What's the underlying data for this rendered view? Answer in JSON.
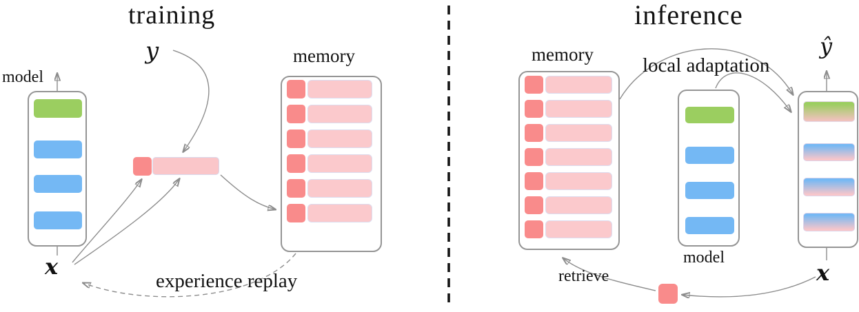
{
  "colors": {
    "layer_green": "#9bce60",
    "layer_blue": "#74b8f4",
    "key_red": "#f98b8b",
    "value_pink": "#fac6c9",
    "memory_pink": "#fbc9cc",
    "box_border": "#949494",
    "arrow_gray": "#8c8c8c",
    "divider_black": "#141414"
  },
  "training": {
    "title": "training",
    "model_label": "model",
    "output_label": "y",
    "input_label": "x",
    "memory_label": "memory",
    "memory_rows": 6,
    "experience_replay_label": "experience replay"
  },
  "inference": {
    "title": "inference",
    "memory_label": "memory",
    "memory_rows": 7,
    "local_adaptation_label": "local adaptation",
    "model_label": "model",
    "prediction_label": "ŷ",
    "input_label": "x",
    "retrieve_label": "retrieve"
  }
}
